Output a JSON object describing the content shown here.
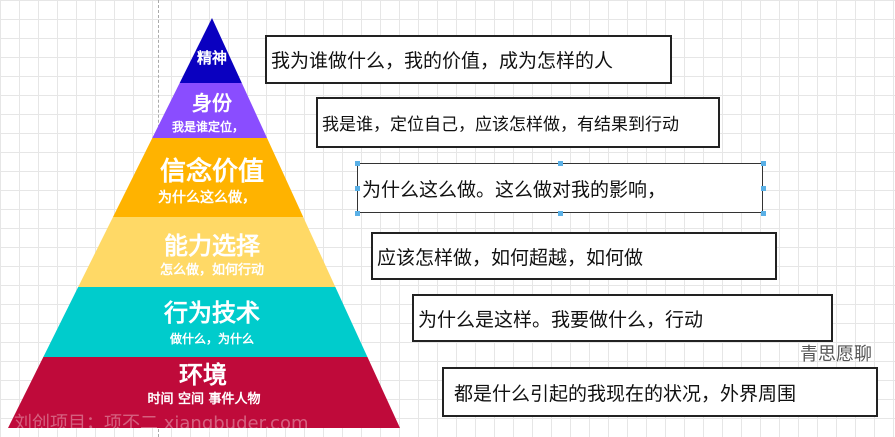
{
  "pyramid": [
    {
      "title": "精神",
      "subtitle": "",
      "color": "#0a00c0"
    },
    {
      "title": "身份",
      "subtitle": "我是谁定位，",
      "color": "#8a4dff"
    },
    {
      "title": "信念价值",
      "subtitle": "为什么这么做，",
      "color": "#ffb300"
    },
    {
      "title": "能力选择",
      "subtitle": "怎么做，如何行动",
      "color": "#ffd966"
    },
    {
      "title": "行为技术",
      "subtitle": "做什么，为什么",
      "color": "#00cccc"
    },
    {
      "title": "环境",
      "subtitle": "时间 空间 事件人物",
      "color": "#bf0a3a"
    }
  ],
  "boxes": [
    "我为谁做什么，我的价值，成为怎样的人",
    "我是谁，定位自己，应该怎样做，有结果到行动",
    "为什么这么做。这么做对我的影响，",
    "应该怎样做，如何超越，如何做",
    "为什么是这样。我要做什么，行动",
    "都是什么引起的我现在的状况，外界周围"
  ],
  "watermark": "刘创项目；项不二 xiangbuder.com",
  "watermark2": "青思愿聊"
}
